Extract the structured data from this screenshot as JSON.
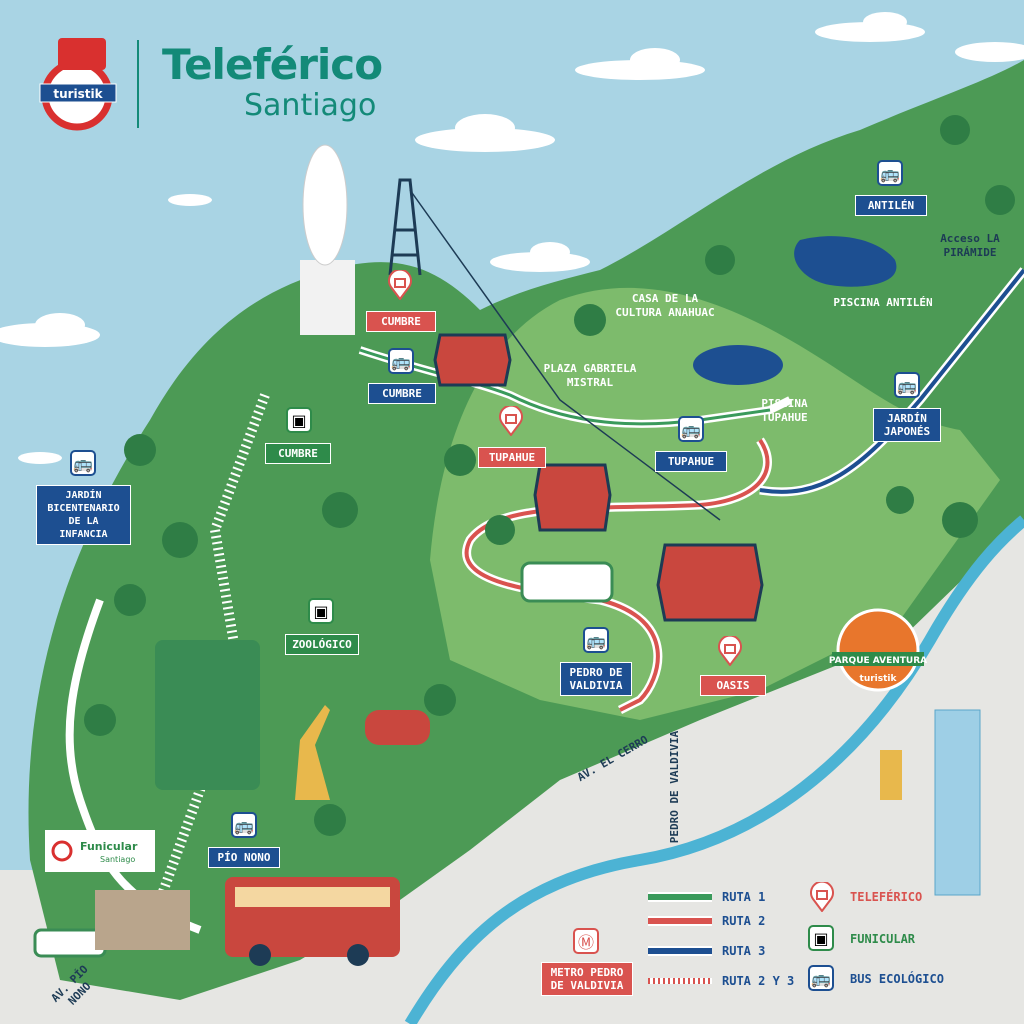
{
  "header": {
    "brand_logo": "turistik",
    "title": "Teleférico",
    "subtitle": "Santiago"
  },
  "stations": {
    "teleferico": [
      {
        "label": "CUMBRE"
      },
      {
        "label": "TUPAHUE"
      },
      {
        "label": "OASIS"
      }
    ],
    "bus": [
      {
        "label": "CUMBRE"
      },
      {
        "label": "TUPAHUE"
      },
      {
        "label": "PEDRO DE VALDIVIA"
      },
      {
        "label": "PÍO NONO"
      },
      {
        "label": "JARDÍN BICENTENARIO DE LA INFANCIA"
      },
      {
        "label": "ANTILÉN"
      },
      {
        "label": "JARDÍN JAPONÉS"
      }
    ],
    "funicular": [
      {
        "label": "CUMBRE"
      },
      {
        "label": "ZOOLÓGICO"
      }
    ],
    "metro": {
      "label": "METRO PEDRO DE VALDIVIA"
    }
  },
  "places": {
    "acceso_piramide": "Acceso LA PIRÁMIDE",
    "piscina_antilen": "PISCINA ANTILÉN",
    "casa_cultura": "CASA DE LA CULTURA ANAHUAC",
    "plaza_mistral": "PLAZA GABRIELA MISTRAL",
    "piscina_tupahue": "PISCINA TUPAHUE",
    "av_el_cerro": "AV. EL CERRO",
    "pedro_de_valdivia": "PEDRO DE VALDIVIA",
    "av_pio_nono": "AV. PÍO NONO",
    "funicular_logo": "Funicular Santiago",
    "parque_aventura": "PARQUE AVENTURA",
    "parque_aventura_brand": "turistik"
  },
  "legend": {
    "routes": [
      {
        "label": "RUTA 1",
        "color": "#3a9a5b"
      },
      {
        "label": "RUTA 2",
        "color": "#d9534f"
      },
      {
        "label": "RUTA 3",
        "color": "#1d4f91"
      },
      {
        "label": "RUTA 2 Y 3",
        "color": "#d9534f"
      }
    ],
    "icons": [
      {
        "label": "TELEFÉRICO",
        "icon": "cable-car-pin-icon",
        "color": "#d9534f"
      },
      {
        "label": "FUNICULAR",
        "icon": "funicular-icon",
        "color": "#2e8b4a"
      },
      {
        "label": "BUS ECOLÓGICO",
        "icon": "bus-icon",
        "color": "#1d4f91"
      }
    ]
  },
  "colors": {
    "sky": "#a9d4e4",
    "hill": "#4c9a55",
    "hill_light": "#7dbb6c",
    "city": "#e6e6e3",
    "river": "#4cb3d4"
  }
}
